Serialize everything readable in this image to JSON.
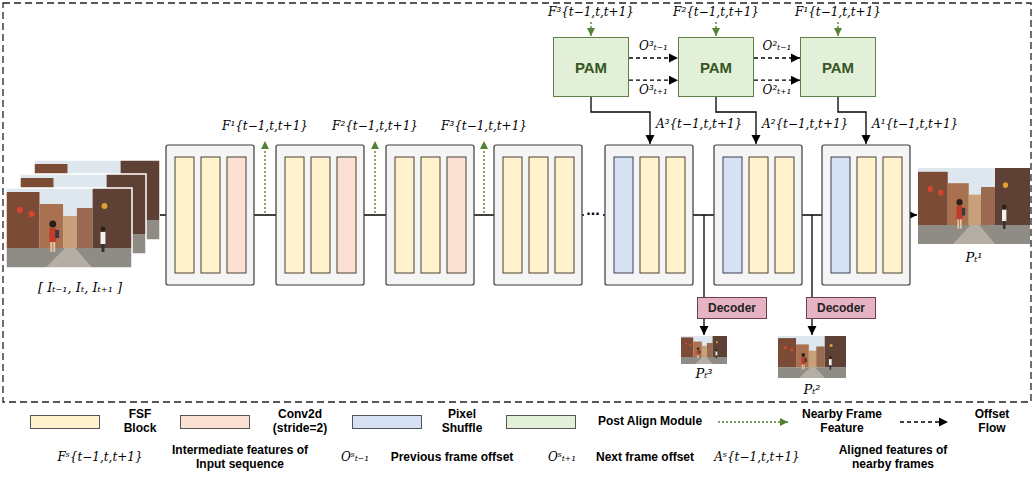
{
  "diagram": {
    "nodes": [
      {
        "text": [
          "PAM"
        ]
      },
      {
        "text": [
          "PAM"
        ]
      },
      {
        "text": [
          "PAM"
        ]
      },
      {
        "text": [
          "Decoder"
        ]
      },
      {
        "text": [
          "Decoder"
        ]
      }
    ],
    "edges": [
      {
        "from": 0,
        "to": 1,
        "arrow": "to",
        "label": "O³ₜ₋₁"
      },
      {
        "from": 0,
        "to": 1,
        "arrow": "to",
        "label": "O³ₜ₊₁"
      },
      {
        "from": 1,
        "to": 2,
        "arrow": "to",
        "label": "O²ₜ₋₁"
      },
      {
        "from": 1,
        "to": 2,
        "arrow": "to",
        "label": "O²ₜ₊₁"
      }
    ],
    "labels": [
      "[ Iₜ₋₁, Iₜ, Iₜ₊₁ ]",
      "F¹{t−1,t,t+1}",
      "F²{t−1,t,t+1}",
      "F³{t−1,t,t+1}",
      "...",
      "F³{t−1,t,t+1}",
      "F²{t−1,t,t+1}",
      "F¹{t−1,t,t+1}",
      "A³{t−1,t,t+1}",
      "A²{t−1,t,t+1}",
      "A¹{t−1,t,t+1}",
      "Pₜ¹",
      "Pₜ³",
      "Pₜ²",
      "Fˢ{t−1,t,t+1}",
      "Intermediate features of Input sequence",
      "Oˢₜ₋₁",
      "Previous frame offset",
      "Oˢₜ₊₁",
      "Next frame offset",
      "Aˢ{t−1,t,t+1}",
      "Aligned features of nearby frames"
    ],
    "legend": [
      {
        "text": "FSF Block",
        "color": "#fff2cc"
      },
      {
        "text": "Conv2d (stride=2)",
        "color": "#fbe0d4"
      },
      {
        "text": "Pixel Shuffle",
        "color": "#d6e2f3"
      },
      {
        "text": "Post Align Module",
        "color": "#e2f0d9"
      },
      {
        "text": "Nearby Frame Feature"
      },
      {
        "text": "Offset Flow"
      }
    ]
  }
}
